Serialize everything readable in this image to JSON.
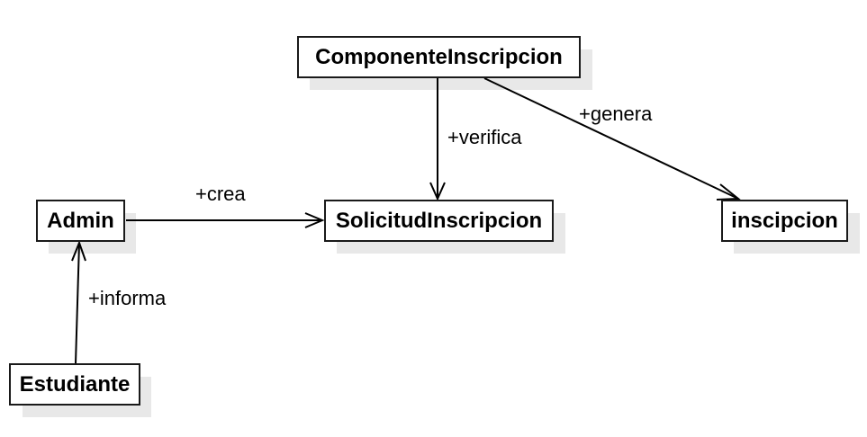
{
  "diagram": {
    "nodes": {
      "componente": "ComponenteInscripcion",
      "admin": "Admin",
      "solicitud": "SolicitudInscripcion",
      "inscipcion": "inscipcion",
      "estudiante": "Estudiante"
    },
    "edges": {
      "verifica": "+verifica",
      "genera": "+genera",
      "crea": "+crea",
      "informa": "+informa"
    }
  }
}
